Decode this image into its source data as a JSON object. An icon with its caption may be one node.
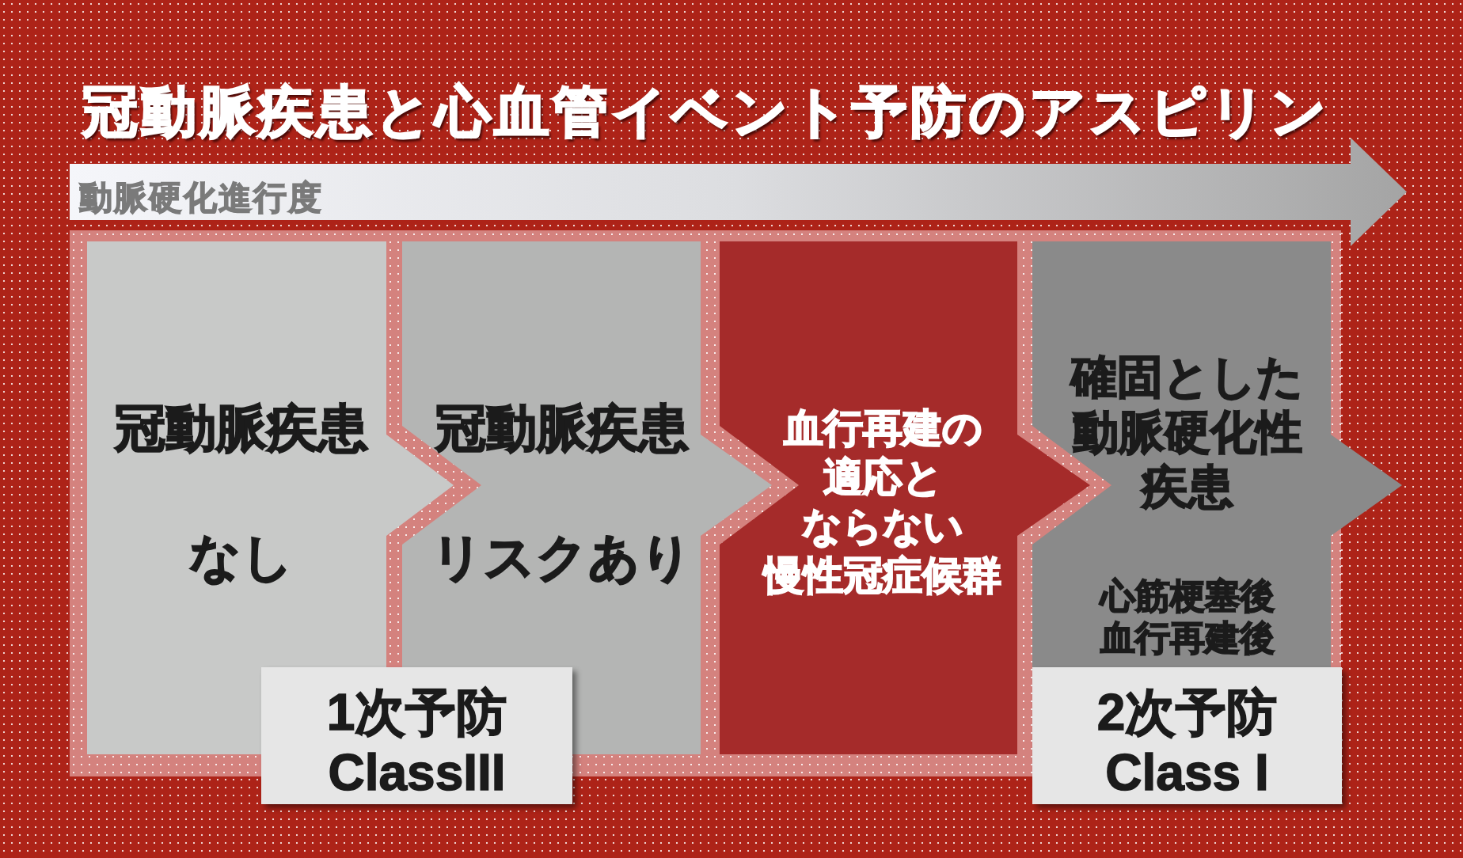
{
  "diagram": {
    "title": "冠動脈疾患と心血管イベント予防のアスピリン",
    "nodes": [
      {
        "text": [
          "動脈硬化進行度"
        ]
      },
      {
        "text": [
          "冠動脈疾患",
          "なし"
        ]
      },
      {
        "text": [
          "冠動脈疾患",
          "リスクあり"
        ]
      },
      {
        "text": [
          "血行再建の適応とならない慢性冠症候群"
        ]
      },
      {
        "text": [
          "確固とした動脈硬化性疾患",
          "心筋梗塞後血行再建後"
        ]
      },
      {
        "text": [
          "1次予防",
          "ClassIII"
        ]
      },
      {
        "text": [
          "2次予防",
          "Class I"
        ]
      }
    ]
  }
}
